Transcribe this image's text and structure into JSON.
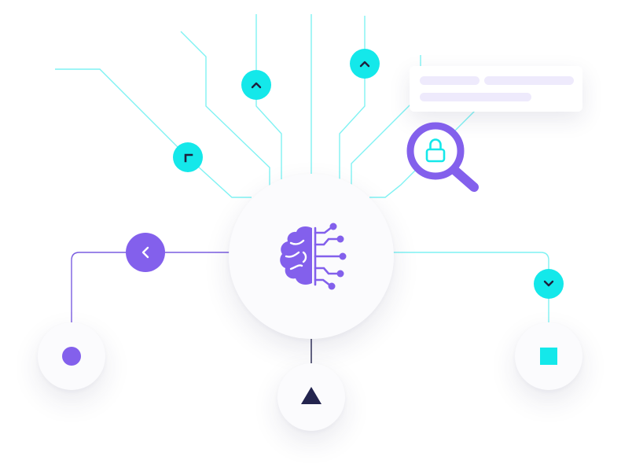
{
  "colors": {
    "cyan": "#14e8ea",
    "purple": "#8360ec",
    "navy": "#23244e",
    "line_cyan": "#7ff2f3",
    "line_purple": "#7a5de0",
    "placeholder_bar": "#eeeafc",
    "node_bg": "#fbfbfd"
  },
  "center": {
    "icon": "brain-circuit-icon"
  },
  "nodes": [
    {
      "name": "circle-node",
      "shape": "circle",
      "color": "#8360ec"
    },
    {
      "name": "triangle-node",
      "shape": "triangle",
      "color": "#23244e"
    },
    {
      "name": "square-node",
      "shape": "square",
      "color": "#14e8ea"
    }
  ],
  "badges": [
    {
      "name": "corner-arrow-badge",
      "icon": "corner-up-left-icon",
      "color": "#14e8ea"
    },
    {
      "name": "chevron-up-badge-left",
      "icon": "chevron-up-icon",
      "color": "#14e8ea"
    },
    {
      "name": "chevron-up-badge-right",
      "icon": "chevron-up-icon",
      "color": "#14e8ea"
    },
    {
      "name": "chevron-left-badge",
      "icon": "chevron-left-icon",
      "color": "#8360ec"
    },
    {
      "name": "chevron-down-badge",
      "icon": "chevron-down-icon",
      "color": "#14e8ea"
    }
  ],
  "search": {
    "icon": "magnifier-lock-icon"
  },
  "card": {
    "icon": "placeholder-card"
  }
}
